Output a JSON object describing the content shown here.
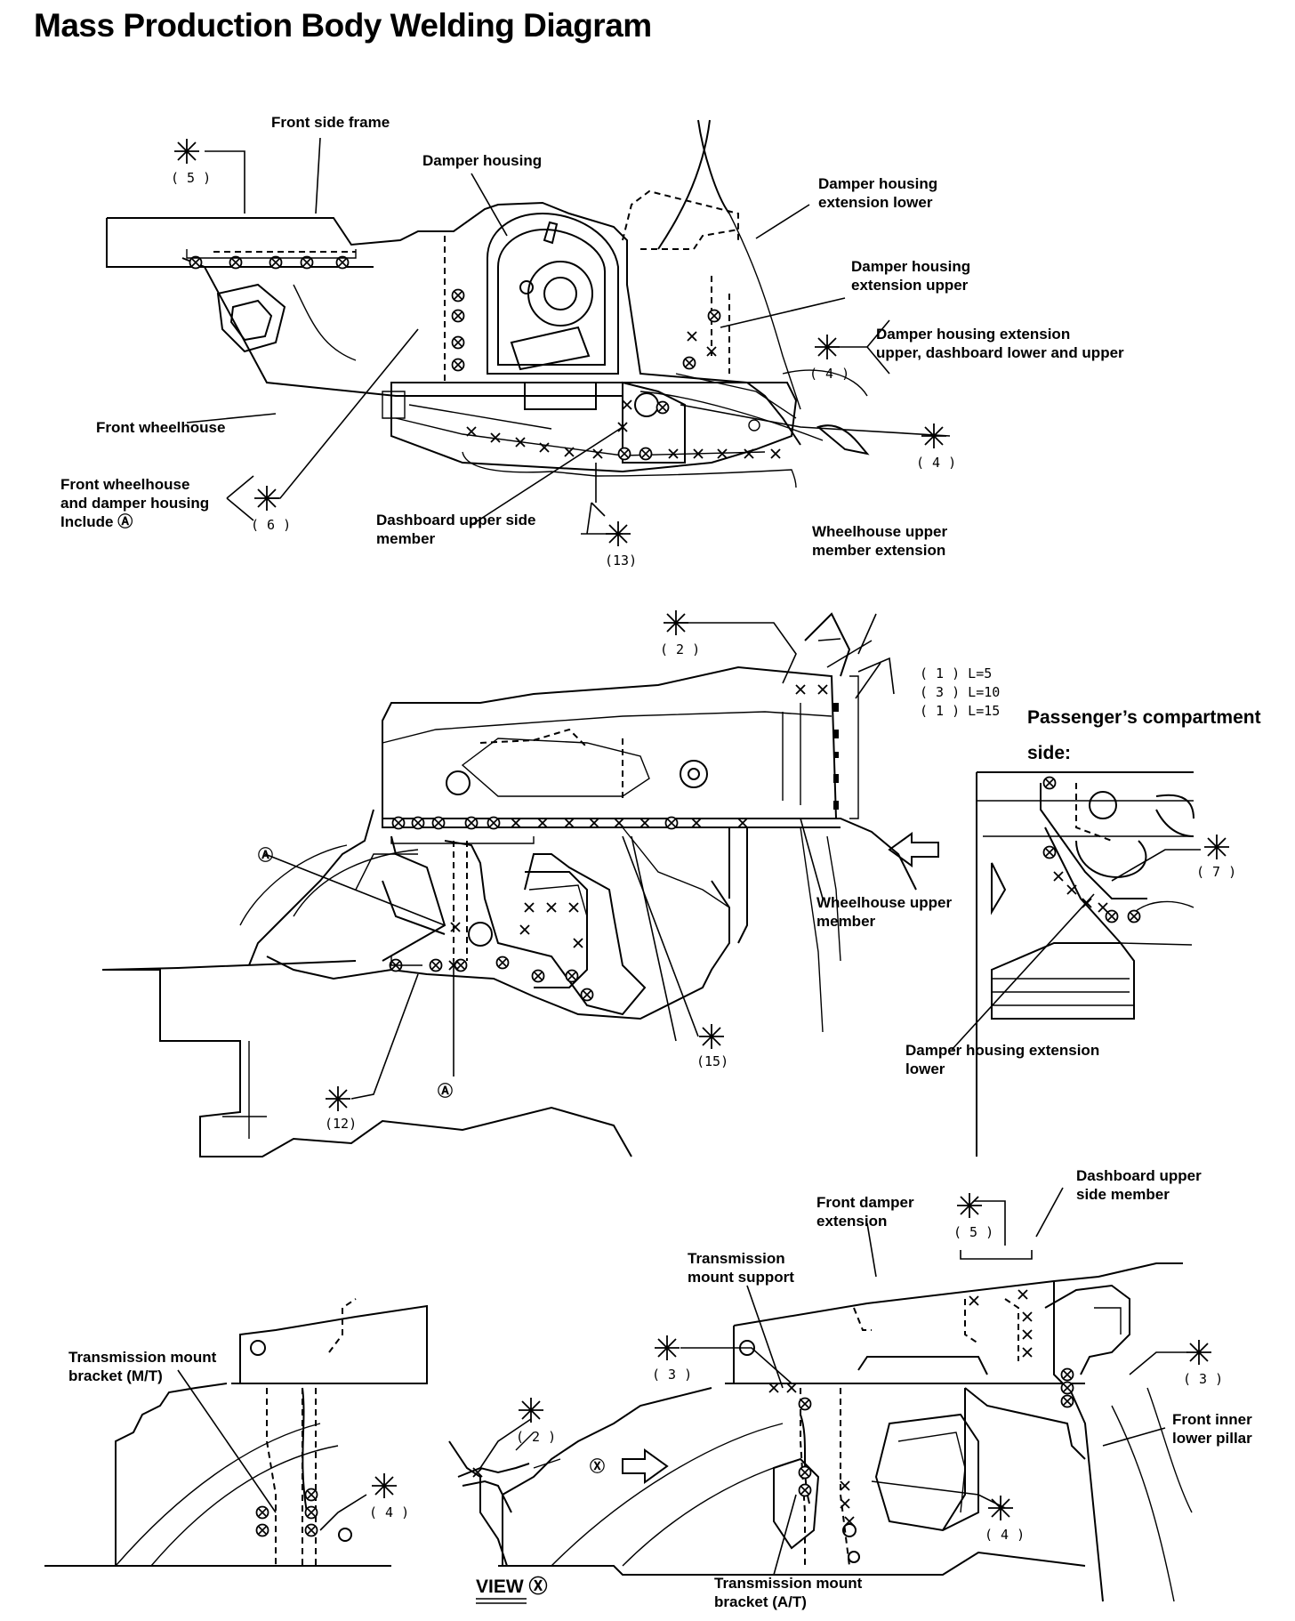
{
  "title": "Mass Production Body Welding Diagram",
  "labels": {
    "front_side_frame": "Front side frame",
    "damper_housing": "Damper housing",
    "dh_ext_lower_1": "Damper housing",
    "dh_ext_lower_2": "extension lower",
    "dh_ext_upper_1": "Damper housing",
    "dh_ext_upper_2": "extension upper",
    "dh_ext_dash_1": "Damper housing extension",
    "dh_ext_dash_2": "upper, dashboard lower and upper",
    "front_wheelhouse": "Front wheelhouse",
    "fw_dh_1": "Front wheelhouse",
    "fw_dh_2": "and damper housing",
    "fw_dh_3": "Include Ⓐ",
    "dash_upper_side_1": "Dashboard upper side",
    "dash_upper_side_2": "member",
    "wh_upper_ext_1": "Wheelhouse upper",
    "wh_upper_ext_2": "member extension",
    "passenger_1": "Passenger’s compartment",
    "passenger_2": "side:",
    "wh_upper_1": "Wheelhouse upper",
    "wh_upper_2": "member",
    "dh_ext_lower_b1": "Damper housing extension",
    "dh_ext_lower_b2": "lower",
    "front_damper_ext_1": "Front damper",
    "front_damper_ext_2": "extension",
    "dash_upper_side_b1": "Dashboard upper",
    "dash_upper_side_b2": "side member",
    "trans_mount_support_1": "Transmission",
    "trans_mount_support_2": "mount support",
    "trans_mount_bracket_mt_1": "Transmission mount",
    "trans_mount_bracket_mt_2": "bracket (M/T)",
    "front_inner_lower_pillar_1": "Front inner",
    "front_inner_lower_pillar_2": "lower pillar",
    "trans_mount_bracket_at_1": "Transmission mount",
    "trans_mount_bracket_at_2": "bracket (A/T)",
    "view_x": "VIEW Ⓧ",
    "view_x_marker": "Ⓧ",
    "ref_a": "Ⓐ"
  },
  "weld_counts": {
    "c5": "( 5 )",
    "c4a": "( 4 )",
    "c4b": "( 4 )",
    "c6": "( 6 )",
    "c13": "(13)",
    "c2": "( 2 )",
    "c15": "(15)",
    "c12": "(12)",
    "c7": "( 7 )",
    "c5b": "( 5 )",
    "c3a": "( 3 )",
    "c3b": "( 3 )",
    "c2b": "( 2 )",
    "c4c": "( 4 )",
    "c4d": "( 4 )"
  },
  "seam_welds": {
    "l5": "( 1 )  L=5",
    "l10": "( 3 )  L=10",
    "l15": "( 1 )  L=15"
  }
}
